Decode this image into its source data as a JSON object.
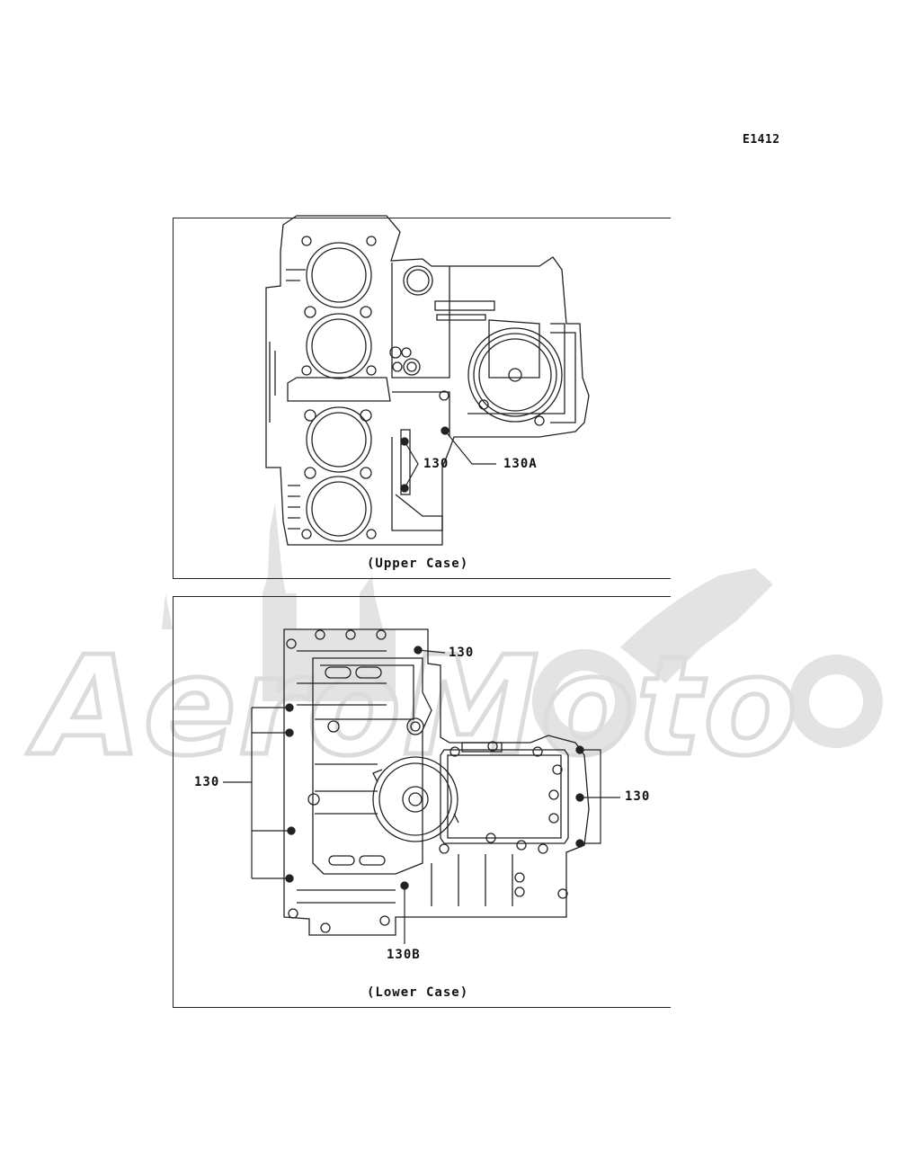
{
  "diagram_code": "E1412",
  "upper": {
    "caption": "(Upper Case)",
    "labels": {
      "a": "130",
      "b": "130A"
    }
  },
  "lower": {
    "caption": "(Lower Case)",
    "labels": {
      "top": "130",
      "left": "130",
      "right": "130",
      "bottom": "130B"
    }
  },
  "colors": {
    "line": "#222222",
    "watermark": "#d9d9d9"
  },
  "watermark_text": "AeroMoto"
}
